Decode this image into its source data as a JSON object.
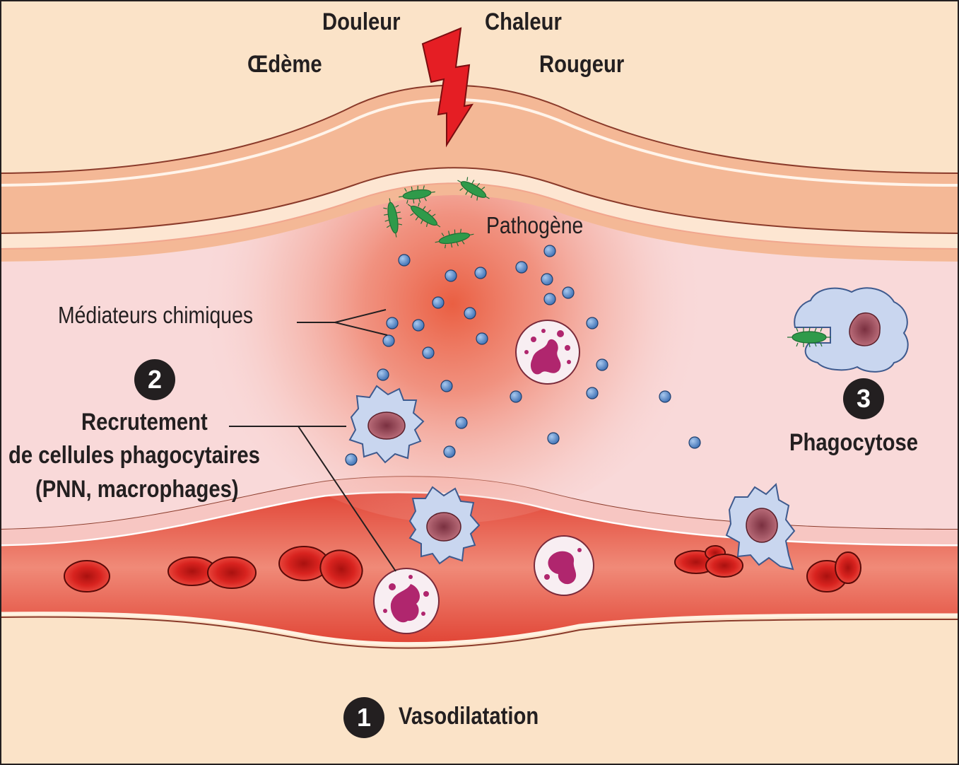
{
  "symptoms": {
    "pain": "Douleur",
    "heat": "Chaleur",
    "edema": "Œdème",
    "redness": "Rougeur"
  },
  "labels": {
    "pathogen": "Pathogène",
    "mediators": "Médiateurs chimiques"
  },
  "steps": {
    "recruitment": {
      "number": "2",
      "line1": "Recrutement",
      "line2": "de cellules phagocytaires",
      "line3": "(PNN, macrophages)"
    },
    "phagocytosis": {
      "number": "3",
      "label": "Phagocytose"
    },
    "vasodilation": {
      "number": "1",
      "label": "Vasodilatation"
    }
  },
  "colors": {
    "skin": "#f4b896",
    "tissue": "#f9d9d9",
    "vessel": "#e3453a",
    "deep_tissue": "#fbe3c8",
    "inflammation": "#e85a3c",
    "mediator": "#4a7fc1",
    "bacterium": "#2f9a4a",
    "red_cell": "#d8231f",
    "neutrophil_nucleus": "#b0266e",
    "macrophage": "#c9d6ef",
    "lightning": "#e51e24"
  },
  "icons": {
    "pain_symbol": "lightning-bolt-icon"
  }
}
